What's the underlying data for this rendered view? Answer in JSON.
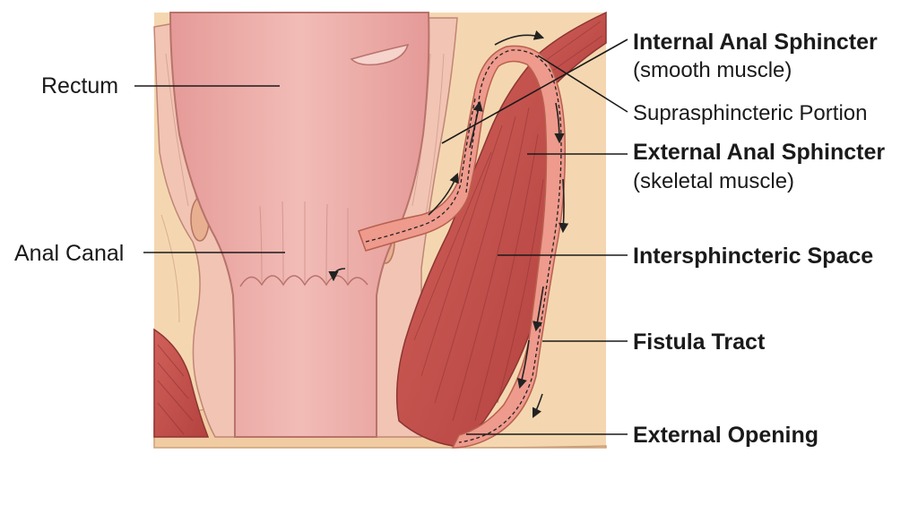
{
  "labels": {
    "rectum": "Rectum",
    "anal_canal": "Anal Canal",
    "internal_title": "Internal Anal Sphincter",
    "internal_sub": "(smooth muscle)",
    "suprasphincteric": "Suprasphincteric Portion",
    "external_title": "External Anal Sphincter",
    "external_sub": "(skeletal muscle)",
    "intersphincteric": "Intersphincteric Space",
    "fistula": "Fistula Tract",
    "external_opening": "External Opening"
  },
  "colors": {
    "background_tissue": "#f4d7b0",
    "rectum_wall": "#e8a3a0",
    "rectum_lumen": "#f0b8b3",
    "mucosa_light": "#f7d0c8",
    "muscle_red": "#c9504c",
    "muscle_dark": "#a83c3a",
    "fistula_tract": "#ee9a8c",
    "outline": "#b8736c"
  }
}
